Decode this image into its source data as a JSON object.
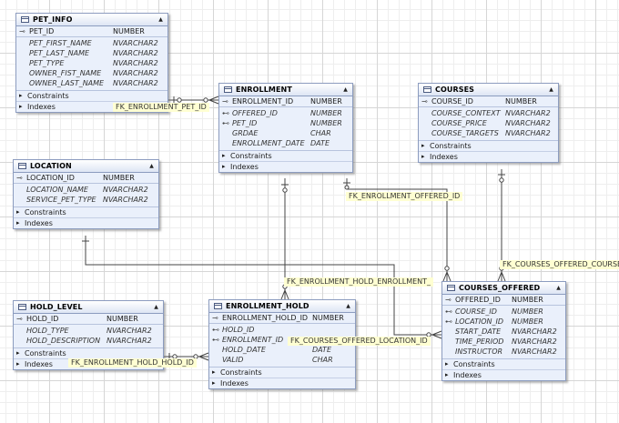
{
  "tables": {
    "pet_info": {
      "name": "PET_INFO",
      "pk": [
        {
          "col": "PET_ID",
          "type": "NUMBER"
        }
      ],
      "cols": [
        {
          "col": "PET_FIRST_NAME",
          "type": "NVARCHAR2",
          "key": ""
        },
        {
          "col": "PET_LAST_NAME",
          "type": "NVARCHAR2",
          "key": ""
        },
        {
          "col": "PET_TYPE",
          "type": "NVARCHAR2",
          "key": ""
        },
        {
          "col": "OWNER_FIST_NAME",
          "type": "NVARCHAR2",
          "key": ""
        },
        {
          "col": "OWNER_LAST_NAME",
          "type": "NVARCHAR2",
          "key": ""
        }
      ],
      "sections": [
        "Constraints",
        "Indexes"
      ]
    },
    "enrollment": {
      "name": "ENROLLMENT",
      "pk": [
        {
          "col": "ENROLLMENT_ID",
          "type": "NUMBER"
        }
      ],
      "cols": [
        {
          "col": "OFFERED_ID",
          "type": "NUMBER",
          "key": "fk"
        },
        {
          "col": "PET_ID",
          "type": "NUMBER",
          "key": "fk"
        },
        {
          "col": "GRDAE",
          "type": "CHAR",
          "key": ""
        },
        {
          "col": "ENROLLMENT_DATE",
          "type": "DATE",
          "key": ""
        }
      ],
      "sections": [
        "Constraints",
        "Indexes"
      ]
    },
    "courses": {
      "name": "COURSES",
      "pk": [
        {
          "col": "COURSE_ID",
          "type": "NUMBER"
        }
      ],
      "cols": [
        {
          "col": "COURSE_CONTEXT",
          "type": "NVARCHAR2",
          "key": ""
        },
        {
          "col": "COURSE_PRICE",
          "type": "NVARCHAR2",
          "key": ""
        },
        {
          "col": "COURSE_TARGETS",
          "type": "NVARCHAR2",
          "key": ""
        }
      ],
      "sections": [
        "Constraints",
        "Indexes"
      ]
    },
    "location": {
      "name": "LOCATION",
      "pk": [
        {
          "col": "LOCATION_ID",
          "type": "NUMBER"
        }
      ],
      "cols": [
        {
          "col": "LOCATION_NAME",
          "type": "NVARCHAR2",
          "key": ""
        },
        {
          "col": "SERVICE_PET_TYPE",
          "type": "NVARCHAR2",
          "key": ""
        }
      ],
      "sections": [
        "Constraints",
        "Indexes"
      ]
    },
    "hold_level": {
      "name": "HOLD_LEVEL",
      "pk": [
        {
          "col": "HOLD_ID",
          "type": "NUMBER"
        }
      ],
      "cols": [
        {
          "col": "HOLD_TYPE",
          "type": "NVARCHAR2",
          "key": ""
        },
        {
          "col": "HOLD_DESCRIPTION",
          "type": "NVARCHAR2",
          "key": ""
        }
      ],
      "sections": [
        "Constraints",
        "Indexes"
      ]
    },
    "enrollment_hold": {
      "name": "ENROLLMENT_HOLD",
      "pk": [
        {
          "col": "ENROLLMENT_HOLD_ID",
          "type": "NUMBER"
        }
      ],
      "cols": [
        {
          "col": "HOLD_ID",
          "type": "",
          "key": "fk"
        },
        {
          "col": "ENROLLMENT_ID",
          "type": "",
          "key": "fk"
        },
        {
          "col": "HOLD_DATE",
          "type": "DATE",
          "key": ""
        },
        {
          "col": "VALID",
          "type": "CHAR",
          "key": ""
        }
      ],
      "sections": [
        "Constraints",
        "Indexes"
      ]
    },
    "courses_offered": {
      "name": "COURSES_OFFERED",
      "pk": [
        {
          "col": "OFFERED_ID",
          "type": "NUMBER"
        }
      ],
      "cols": [
        {
          "col": "COURSE_ID",
          "type": "NUMBER",
          "key": "fk"
        },
        {
          "col": "LOCATION_ID",
          "type": "NUMBER",
          "key": "fk"
        },
        {
          "col": "START_DATE",
          "type": "NVARCHAR2",
          "key": ""
        },
        {
          "col": "TIME_PERIOD",
          "type": "NVARCHAR2",
          "key": ""
        },
        {
          "col": "INSTRUCTOR",
          "type": "NVARCHAR2",
          "key": ""
        }
      ],
      "sections": [
        "Constraints",
        "Indexes"
      ]
    }
  },
  "fk_labels": {
    "enrollment_pet_id": "FK_ENROLLMENT_PET_ID",
    "enrollment_offered_id": "FK_ENROLLMENT_OFFERED_ID",
    "courses_offered_courses": "FK_COURSES_OFFERED_COURSES",
    "enrollment_hold_enrollment": "FK_ENROLLMENT_HOLD_ENROLLMENT_",
    "courses_offered_location_id": "FK_COURSES_OFFERED_LOCATION_ID",
    "enrollment_hold_hold_id": "FK_ENROLLMENT_HOLD_HOLD_ID"
  },
  "icons": {
    "table": "table-icon",
    "primary_key": "primary-key-icon",
    "foreign_key": "foreign-key-icon",
    "collapse": "collapse-triangle-icon",
    "expand": "expand-arrow-icon"
  },
  "colors": {
    "table_fill": "#eaf0fb",
    "table_border": "#8c9cbf",
    "fk_label_fill": "#ffffd2",
    "relation_line": "#444444"
  }
}
